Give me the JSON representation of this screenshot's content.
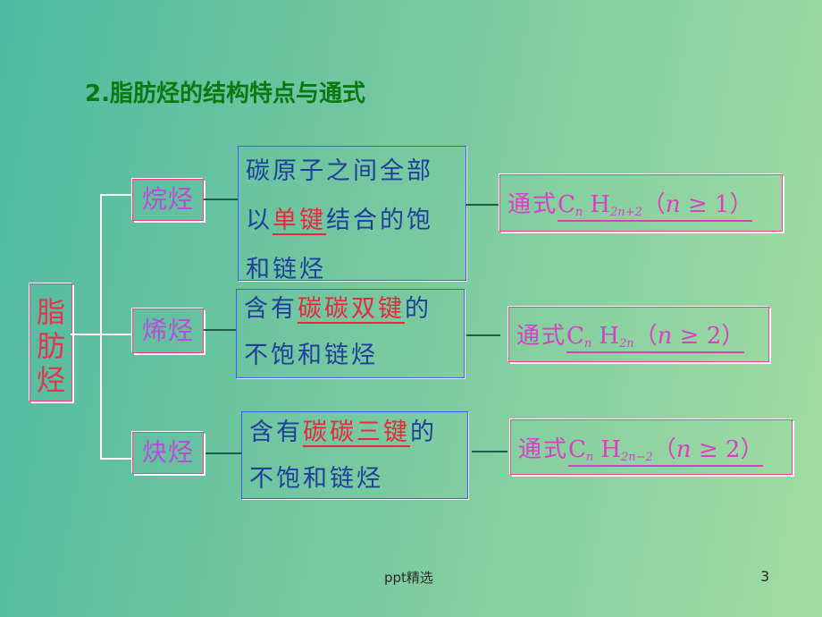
{
  "heading": "2.脂肪烃的结构特点与通式",
  "root": {
    "chars": [
      "脂",
      "肪",
      "烃"
    ]
  },
  "rows": [
    {
      "category": "烷烃",
      "desc_lines": [
        {
          "pre": "碳原子之间全部",
          "hl": "",
          "post": ""
        },
        {
          "pre": "以",
          "hl": "单键",
          "post": "结合的饱"
        },
        {
          "pre": "和链烃",
          "hl": "",
          "post": ""
        }
      ],
      "formula": {
        "label": "通式",
        "C": "C",
        "Csub": "n",
        "H": "H",
        "Hsub": "2n+2",
        "cond_n": "n",
        "cond_op": "≥",
        "cond_val": "1"
      }
    },
    {
      "category": "烯烃",
      "desc_lines": [
        {
          "pre": "含有",
          "hl": "碳碳双键",
          "post": "的"
        },
        {
          "pre": "不饱和链烃",
          "hl": "",
          "post": ""
        }
      ],
      "formula": {
        "label": "通式",
        "C": "C",
        "Csub": "n",
        "H": "H",
        "Hsub": "2n",
        "cond_n": "n",
        "cond_op": "≥",
        "cond_val": "2"
      }
    },
    {
      "category": "炔烃",
      "desc_lines": [
        {
          "pre": "含有",
          "hl": "碳碳三键",
          "post": "的"
        },
        {
          "pre": "不饱和链烃",
          "hl": "",
          "post": ""
        }
      ],
      "formula": {
        "label": "通式",
        "C": "C",
        "Csub": "n",
        "H": "H",
        "Hsub": "2n−2",
        "cond_n": "n",
        "cond_op": "≥",
        "cond_val": "2"
      }
    }
  ],
  "footer": {
    "text": "ppt精选",
    "page": "3"
  }
}
